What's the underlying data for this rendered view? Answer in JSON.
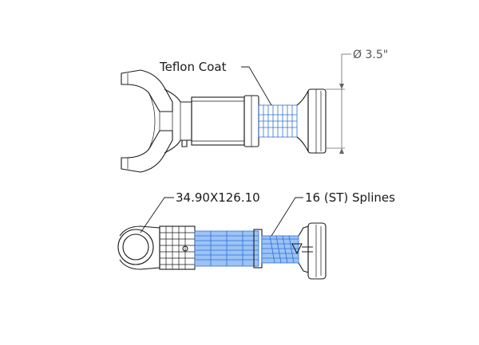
{
  "labels": {
    "teflon_coat": "Teflon Coat",
    "diameter": "Ø 3.5\"",
    "spline_size": "34.90X126.10",
    "splines": "16 (ST) Splines"
  },
  "colors": {
    "line": "#1a1a1a",
    "spline_blue": "#2f6fd6",
    "spline_fill": "#9cc3f5",
    "dimension": "#666666"
  }
}
